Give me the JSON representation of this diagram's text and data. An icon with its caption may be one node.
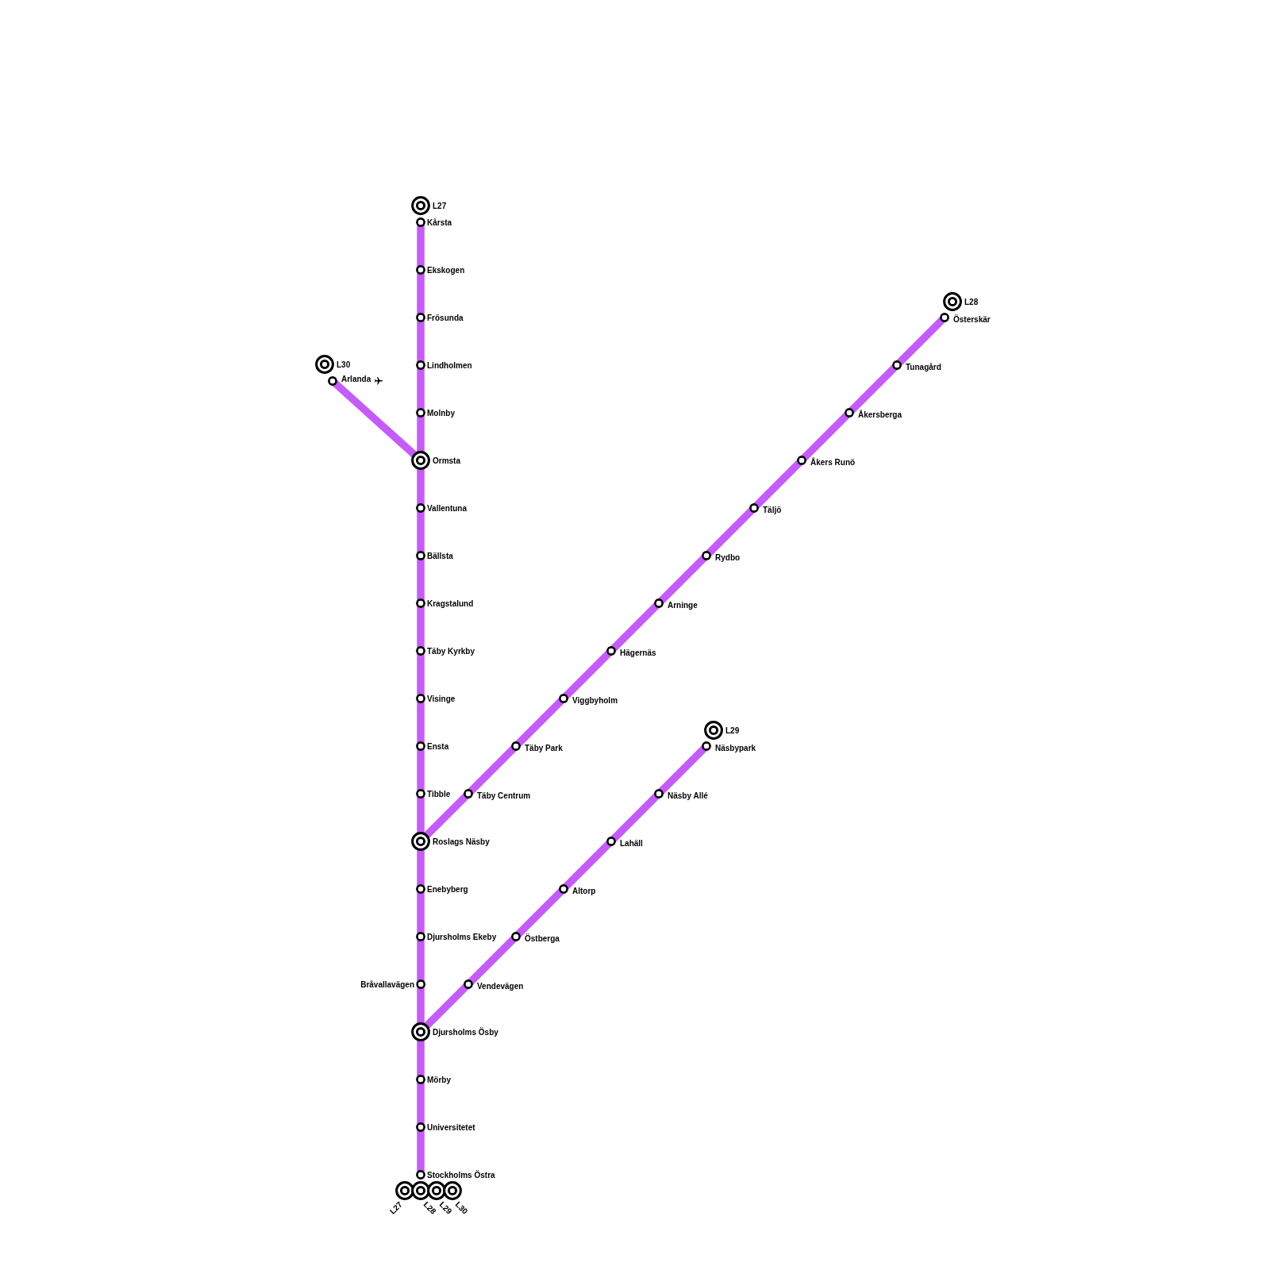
{
  "diagram": {
    "nodes": [
      {
        "text": [
          "L27"
        ]
      },
      {
        "text": [
          "Kårsta"
        ]
      },
      {
        "text": [
          "Ekskogen"
        ]
      },
      {
        "text": [
          "Frösunda"
        ]
      },
      {
        "text": [
          "Lindholmen"
        ]
      },
      {
        "text": [
          "Molnby"
        ]
      },
      {
        "text": [
          "Ormsta"
        ]
      },
      {
        "text": [
          "Vallentuna"
        ]
      },
      {
        "text": [
          "Bällsta"
        ]
      },
      {
        "text": [
          "Kragstalund"
        ]
      },
      {
        "text": [
          "Täby Kyrkby"
        ]
      },
      {
        "text": [
          "Visinge"
        ]
      },
      {
        "text": [
          "Ensta"
        ]
      },
      {
        "text": [
          "Tibble"
        ]
      },
      {
        "text": [
          "Roslags Näsby"
        ]
      },
      {
        "text": [
          "Enebyberg"
        ]
      },
      {
        "text": [
          "Djursholms Ekeby"
        ]
      },
      {
        "text": [
          "Bråvallavägen"
        ]
      },
      {
        "text": [
          "Djursholms Ösby"
        ]
      },
      {
        "text": [
          "Mörby"
        ]
      },
      {
        "text": [
          "Universitetet"
        ]
      },
      {
        "text": [
          "Stockholms Östra"
        ]
      },
      {
        "text": [
          "L27"
        ]
      },
      {
        "text": [
          "L28"
        ]
      },
      {
        "text": [
          "L29"
        ]
      },
      {
        "text": [
          "L30"
        ]
      },
      {
        "text": [
          "L30"
        ]
      },
      {
        "text": [
          "Arlanda"
        ]
      },
      {
        "text": [
          "Täby Centrum"
        ]
      },
      {
        "text": [
          "Täby Park"
        ]
      },
      {
        "text": [
          "Viggbyholm"
        ]
      },
      {
        "text": [
          "Hägernäs"
        ]
      },
      {
        "text": [
          "Arninge"
        ]
      },
      {
        "text": [
          "Rydbo"
        ]
      },
      {
        "text": [
          "Täljö"
        ]
      },
      {
        "text": [
          "Åkers Runö"
        ]
      },
      {
        "text": [
          "Åkersberga"
        ]
      },
      {
        "text": [
          "Tunagård"
        ]
      },
      {
        "text": [
          "Österskär"
        ]
      },
      {
        "text": [
          "L28"
        ]
      },
      {
        "text": [
          "Vendevägen"
        ]
      },
      {
        "text": [
          "Östberga"
        ]
      },
      {
        "text": [
          "Altorp"
        ]
      },
      {
        "text": [
          "Lahäll"
        ]
      },
      {
        "text": [
          "Näsby Allé"
        ]
      },
      {
        "text": [
          "Näsbypark"
        ]
      },
      {
        "text": [
          "L29"
        ]
      }
    ],
    "edges": [
      {
        "from": 1,
        "to": 2,
        "arrow": "none"
      },
      {
        "from": 2,
        "to": 3,
        "arrow": "none"
      },
      {
        "from": 3,
        "to": 4,
        "arrow": "none"
      },
      {
        "from": 4,
        "to": 5,
        "arrow": "none"
      },
      {
        "from": 5,
        "to": 6,
        "arrow": "none"
      },
      {
        "from": 6,
        "to": 7,
        "arrow": "none"
      },
      {
        "from": 7,
        "to": 8,
        "arrow": "none"
      },
      {
        "from": 8,
        "to": 9,
        "arrow": "none"
      },
      {
        "from": 9,
        "to": 10,
        "arrow": "none"
      },
      {
        "from": 10,
        "to": 11,
        "arrow": "none"
      },
      {
        "from": 11,
        "to": 12,
        "arrow": "none"
      },
      {
        "from": 12,
        "to": 13,
        "arrow": "none"
      },
      {
        "from": 13,
        "to": 14,
        "arrow": "none"
      },
      {
        "from": 14,
        "to": 15,
        "arrow": "none"
      },
      {
        "from": 15,
        "to": 16,
        "arrow": "none"
      },
      {
        "from": 16,
        "to": 17,
        "arrow": "none"
      },
      {
        "from": 17,
        "to": 18,
        "arrow": "none"
      },
      {
        "from": 18,
        "to": 19,
        "arrow": "none"
      },
      {
        "from": 19,
        "to": 20,
        "arrow": "none"
      },
      {
        "from": 20,
        "to": 21,
        "arrow": "none"
      },
      {
        "from": 6,
        "to": 27,
        "arrow": "none"
      },
      {
        "from": 14,
        "to": 28,
        "arrow": "none"
      },
      {
        "from": 28,
        "to": 29,
        "arrow": "none"
      },
      {
        "from": 29,
        "to": 30,
        "arrow": "none"
      },
      {
        "from": 30,
        "to": 31,
        "arrow": "none"
      },
      {
        "from": 31,
        "to": 32,
        "arrow": "none"
      },
      {
        "from": 32,
        "to": 33,
        "arrow": "none"
      },
      {
        "from": 33,
        "to": 34,
        "arrow": "none"
      },
      {
        "from": 34,
        "to": 35,
        "arrow": "none"
      },
      {
        "from": 35,
        "to": 36,
        "arrow": "none"
      },
      {
        "from": 36,
        "to": 37,
        "arrow": "none"
      },
      {
        "from": 37,
        "to": 38,
        "arrow": "none"
      },
      {
        "from": 18,
        "to": 40,
        "arrow": "none"
      },
      {
        "from": 40,
        "to": 41,
        "arrow": "none"
      },
      {
        "from": 41,
        "to": 42,
        "arrow": "none"
      },
      {
        "from": 42,
        "to": 43,
        "arrow": "none"
      },
      {
        "from": 43,
        "to": 44,
        "arrow": "none"
      },
      {
        "from": 44,
        "to": 45,
        "arrow": "none"
      }
    ]
  }
}
